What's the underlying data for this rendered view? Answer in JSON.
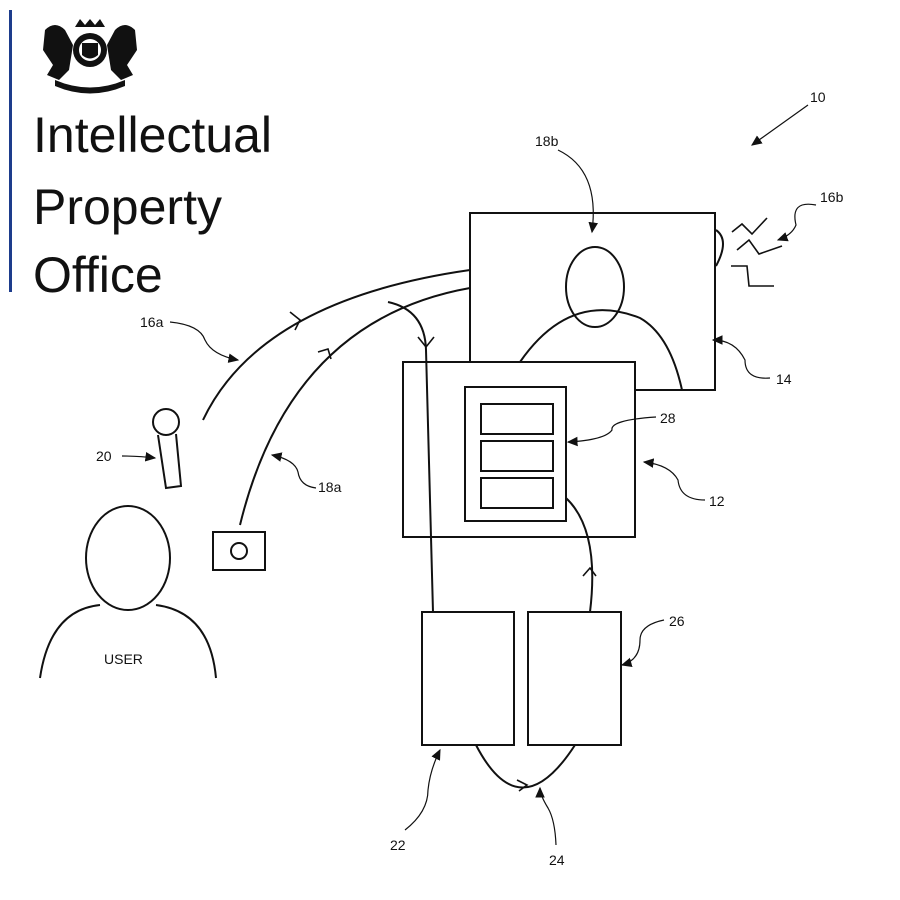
{
  "logo": {
    "lines": [
      "Intellectual",
      "Property",
      "Office"
    ],
    "accent_color": "#1d3c8c"
  },
  "diagram": {
    "labels": {
      "system": "10",
      "display_device": "12",
      "remote_display": "14",
      "audio_in": "16a",
      "audio_out": "16b",
      "video_in": "18a",
      "video_out": "18b",
      "microphone": "20",
      "unit_a": "22",
      "link": "24",
      "unit_b": "26",
      "menu": "28"
    },
    "user_label": "USER"
  }
}
